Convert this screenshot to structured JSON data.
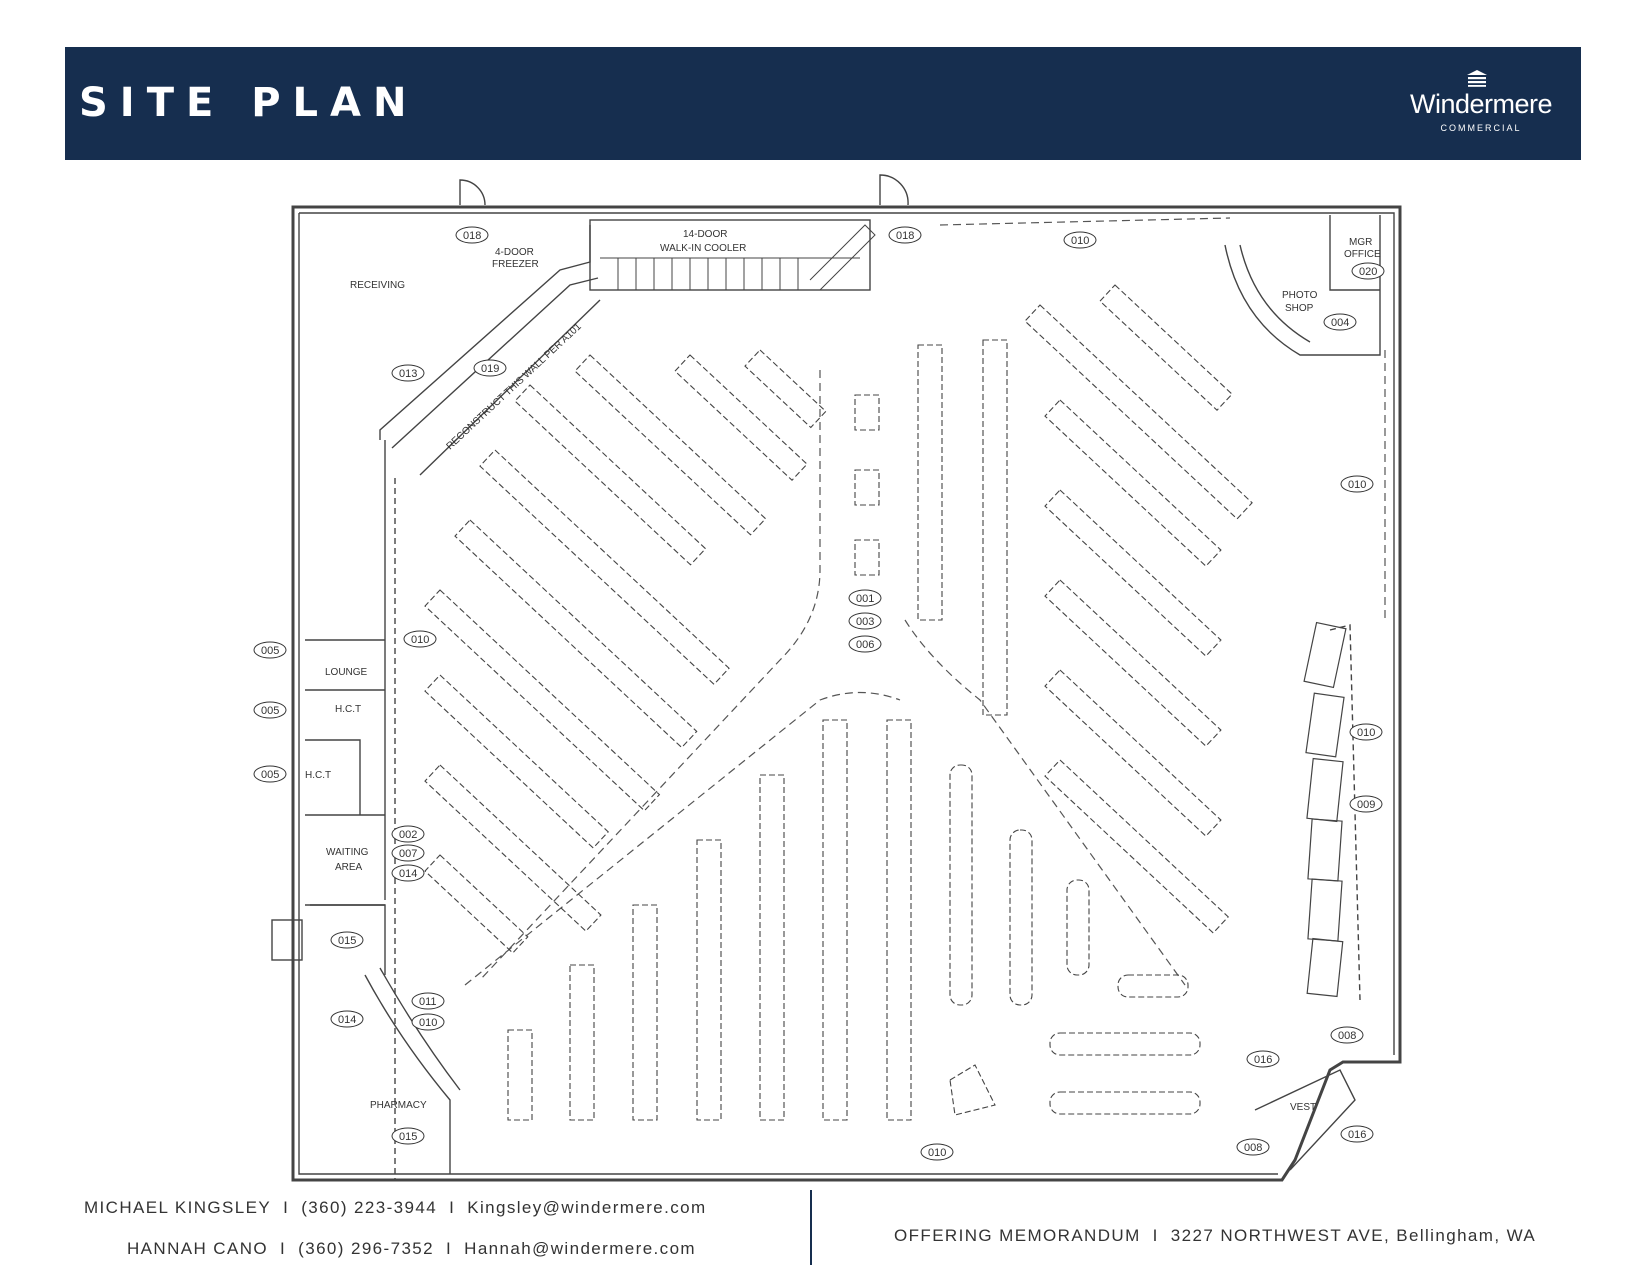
{
  "header": {
    "title": "SITE PLAN",
    "logo_name": "Windermere",
    "logo_sub": "COMMERCIAL",
    "logo_icon": "windermere-house-icon",
    "background": "#162e4f"
  },
  "plan": {
    "rooms": {
      "receiving": "RECEIVING",
      "freezer_1": "4-DOOR",
      "freezer_2": "FREEZER",
      "cooler_1": "14-DOOR",
      "cooler_2": "WALK-IN COOLER",
      "wall_note": "RECONSTRUCT THIS WALL PER A101",
      "mgr_1": "MGR",
      "mgr_2": "OFFICE",
      "photo_1": "PHOTO",
      "photo_2": "SHOP",
      "lounge": "LOUNGE",
      "hct_1": "H.C.T",
      "hct_2": "H.C.T",
      "waiting_1": "WAITING",
      "waiting_2": "AREA",
      "pharmacy": "PHARMACY",
      "vest": "VEST"
    },
    "tags": {
      "t018a": "018",
      "t018b": "018",
      "t010_top": "010",
      "t020": "020",
      "t004": "004",
      "t013": "013",
      "t019": "019",
      "t010_right": "010",
      "t001": "001",
      "t003": "003",
      "t006": "006",
      "t005a": "005",
      "t005b": "005",
      "t005c": "005",
      "t010_left": "010",
      "t002": "002",
      "t007": "007",
      "t014a": "014",
      "t015a": "015",
      "t011": "011",
      "t010_ph": "010",
      "t014b": "014",
      "t015b": "015",
      "t010_r2": "010",
      "t009": "009",
      "t008a": "008",
      "t016a": "016",
      "t016b": "016",
      "t008b": "008",
      "t010_bottom": "010"
    }
  },
  "footer": {
    "agent1_name": "MICHAEL KINGSLEY",
    "agent1_phone": "(360) 223-3944",
    "agent1_email": "Kingsley@windermere.com",
    "agent2_name": "HANNAH CANO",
    "agent2_phone": "(360) 296-7352",
    "agent2_email": "Hannah@windermere.com",
    "doc_label": "OFFERING MEMORANDUM",
    "address": "3227 NORTHWEST AVE, Bellingham, WA",
    "separator": "I"
  }
}
